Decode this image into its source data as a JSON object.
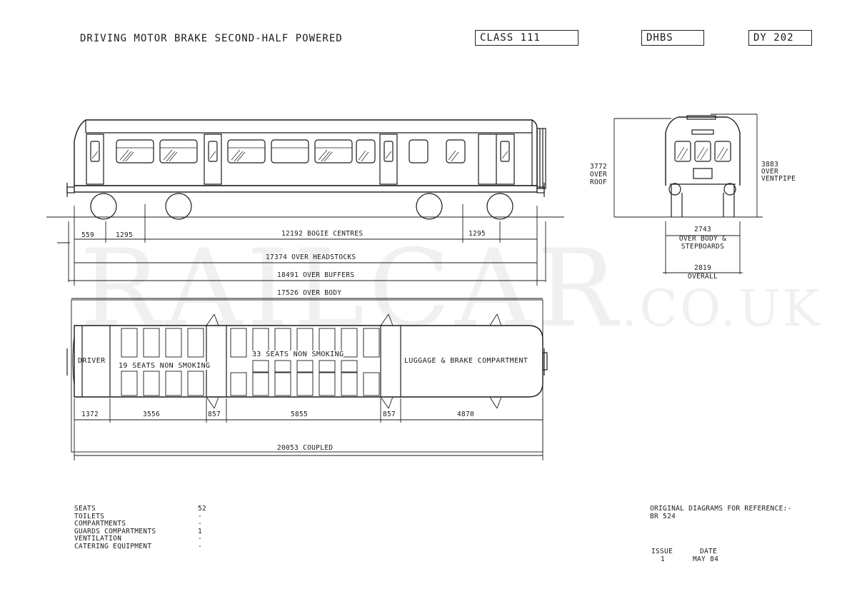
{
  "header": {
    "title": "DRIVING MOTOR BRAKE SECOND-HALF POWERED",
    "class_label": "CLASS 111",
    "code": "DHBS",
    "diagram_no": "DY 202"
  },
  "watermark": {
    "main": "RAILCAR",
    "suffix": ".CO.UK"
  },
  "side_view": {
    "dims": {
      "d559": "559",
      "d1295_left": "1295",
      "bogie_centres": "12192 BOGIE CENTRES",
      "d1295_right": "1295",
      "over_headstocks": "17374 OVER HEADSTOCKS",
      "over_buffers": "18491 OVER BUFFERS",
      "over_body": "17526 OVER BODY"
    }
  },
  "end_view": {
    "over_roof": [
      "3772",
      "OVER",
      "ROOF"
    ],
    "over_ventpipe": [
      "3883",
      "OVER",
      "VENTPIPE"
    ],
    "over_body_steps": [
      "2743",
      "OVER BODY &",
      "STEPBOARDS"
    ],
    "overall": [
      "2819",
      "OVERALL"
    ]
  },
  "plan_view": {
    "driver": "DRIVER",
    "saloon1": "19 SEATS NON SMOKING",
    "saloon2": "33 SEATS NON SMOKING",
    "luggage": "LUGGAGE & BRAKE COMPARTMENT",
    "dims": [
      "1372",
      "3556",
      "857",
      "5855",
      "857",
      "4870"
    ],
    "coupled": "20053 COUPLED"
  },
  "summary": {
    "labels": [
      "SEATS",
      "TOILETS",
      "COMPARTMENTS",
      "GUARDS COMPARTMENTS",
      "VENTILATION",
      "CATERING EQUIPMENT"
    ],
    "values": [
      "52",
      "-",
      "-",
      "1",
      "-",
      "-"
    ]
  },
  "reference": {
    "line1": "ORIGINAL DIAGRAMS FOR REFERENCE:-",
    "line2": "BR 524",
    "issue_label": "ISSUE",
    "issue_value": "1",
    "date_label": "DATE",
    "date_value": "MAY 84"
  }
}
